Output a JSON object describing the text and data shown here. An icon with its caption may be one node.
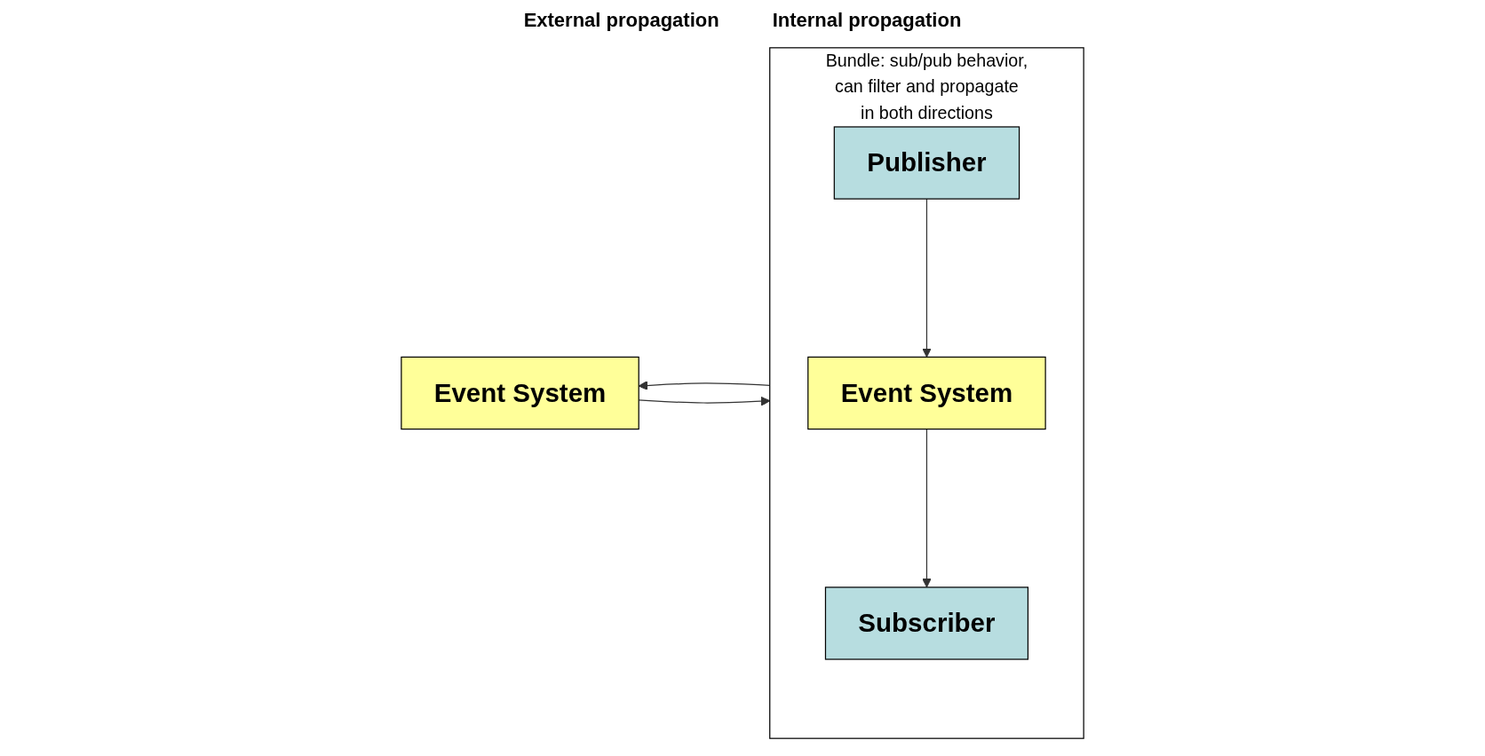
{
  "diagram": {
    "nodes": [
      {
        "text": [
          "Event System"
        ]
      },
      {
        "text": [
          "Bundle: sub/pub behavior, can filter and propagate in both directions"
        ]
      },
      {
        "text": [
          "Event System"
        ],
        "in": 1
      },
      {
        "text": [
          "Publisher"
        ],
        "in": 1
      },
      {
        "text": [
          "Subscriber"
        ],
        "in": 1
      }
    ],
    "edges": [
      {
        "from": 1,
        "to": 0,
        "arrow": "to"
      },
      {
        "from": 0,
        "to": 1,
        "arrow": "to"
      },
      {
        "from": 3,
        "to": 2,
        "arrow": "to"
      },
      {
        "from": 2,
        "to": 4,
        "arrow": "to"
      }
    ],
    "labels": [
      "External propagation",
      "Internal propagation"
    ]
  }
}
